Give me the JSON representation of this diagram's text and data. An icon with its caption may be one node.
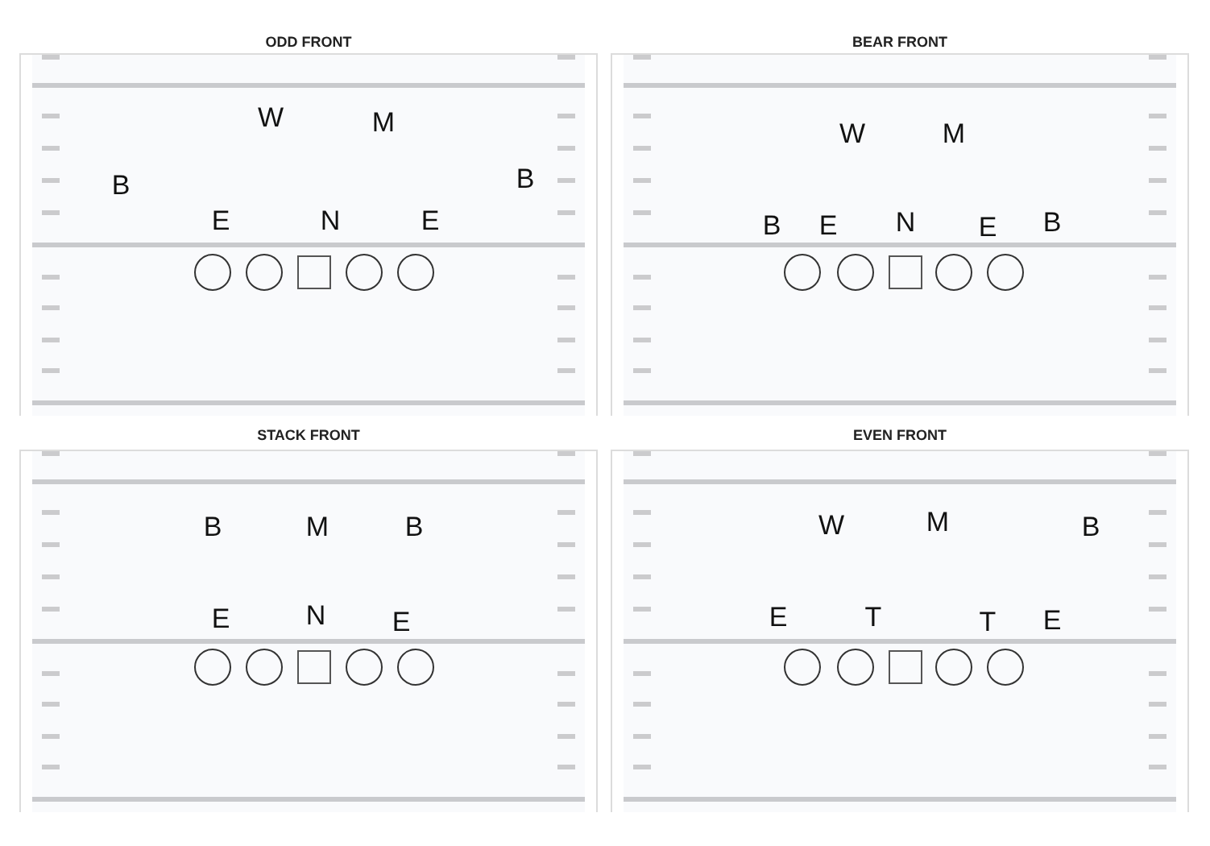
{
  "diagram": {
    "nodes": [
      {
        "text": [
          "ODD FRONT",
          "W",
          "M",
          "B",
          "B",
          "E",
          "N",
          "E"
        ]
      },
      {
        "text": [],
        "shape": "circle",
        "in": 0
      },
      {
        "text": [],
        "shape": "circle",
        "in": 0
      },
      {
        "text": [],
        "shape": "box",
        "in": 0
      },
      {
        "text": [],
        "shape": "circle",
        "in": 0
      },
      {
        "text": [],
        "shape": "circle",
        "in": 0
      },
      {
        "text": [
          "BEAR FRONT",
          "W",
          "M",
          "B",
          "E",
          "N",
          "E",
          "B"
        ]
      },
      {
        "text": [],
        "shape": "circle",
        "in": 6
      },
      {
        "text": [],
        "shape": "circle",
        "in": 6
      },
      {
        "text": [],
        "shape": "box",
        "in": 6
      },
      {
        "text": [],
        "shape": "circle",
        "in": 6
      },
      {
        "text": [],
        "shape": "circle",
        "in": 6
      },
      {
        "text": [
          "STACK FRONT",
          "B",
          "M",
          "B",
          "E",
          "N",
          "E"
        ]
      },
      {
        "text": [],
        "shape": "circle",
        "in": 12
      },
      {
        "text": [],
        "shape": "circle",
        "in": 12
      },
      {
        "text": [],
        "shape": "box",
        "in": 12
      },
      {
        "text": [],
        "shape": "circle",
        "in": 12
      },
      {
        "text": [],
        "shape": "circle",
        "in": 12
      },
      {
        "text": [
          "EVEN FRONT",
          "W",
          "M",
          "B",
          "E",
          "T",
          "T",
          "E"
        ]
      },
      {
        "text": [],
        "shape": "circle",
        "in": 18
      },
      {
        "text": [],
        "shape": "circle",
        "in": 18
      },
      {
        "text": [],
        "shape": "box",
        "in": 18
      },
      {
        "text": [],
        "shape": "circle",
        "in": 18
      },
      {
        "text": [],
        "shape": "circle",
        "in": 18
      }
    ]
  }
}
